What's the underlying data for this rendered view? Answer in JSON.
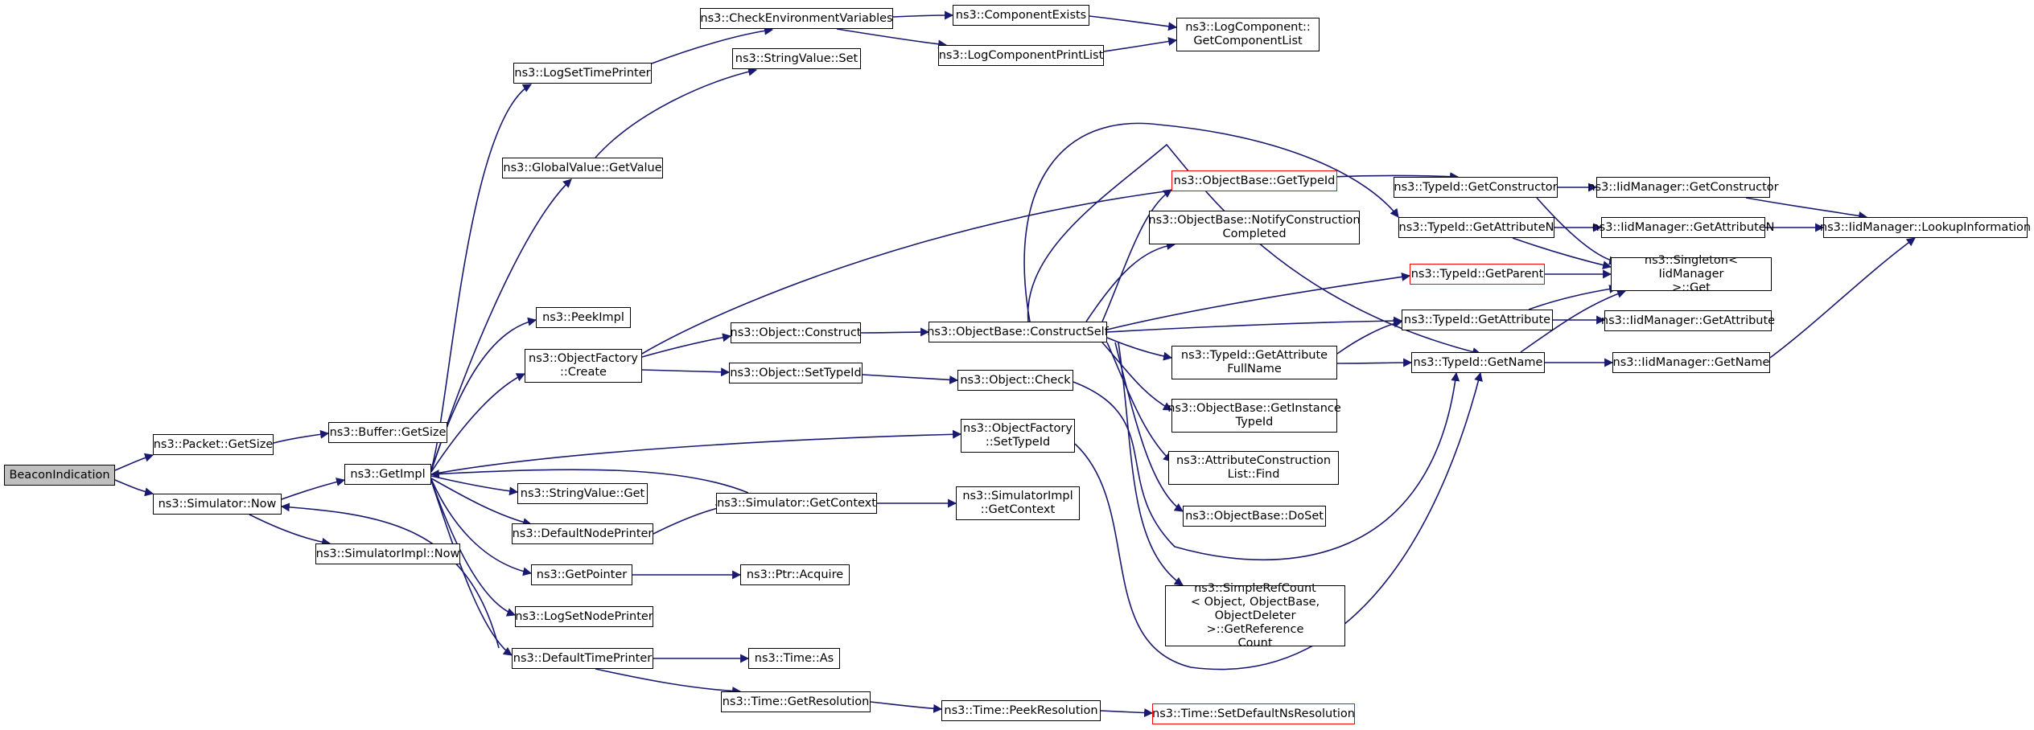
{
  "nodes": {
    "beacon_indication": "BeaconIndication",
    "packet_getsize": "ns3::Packet::GetSize",
    "buffer_getsize": "ns3::Buffer::GetSize",
    "simulator_now": "ns3::Simulator::Now",
    "simulatorimpl_now": "ns3::SimulatorImpl::Now",
    "getimpl": "ns3::GetImpl",
    "logsettimeprinter": "ns3::LogSetTimePrinter",
    "globalvalue_getvalue": "ns3::GlobalValue::GetValue",
    "peekimpl": "ns3::PeekImpl",
    "objectfactory_create": "ns3::ObjectFactory\n::Create",
    "stringvalue_get": "ns3::StringValue::Get",
    "defaultnodeprinter": "ns3::DefaultNodePrinter",
    "getpointer": "ns3::GetPointer",
    "logsetnodeprinter": "ns3::LogSetNodePrinter",
    "defaulttimeprinter": "ns3::DefaultTimePrinter",
    "checkenvironmentvariables": "ns3::CheckEnvironmentVariables",
    "stringvalue_set": "ns3::StringValue::Set",
    "object_construct": "ns3::Object::Construct",
    "object_settypeid": "ns3::Object::SetTypeId",
    "simulator_getcontext": "ns3::Simulator::GetContext",
    "ptr_acquire": "ns3::Ptr::Acquire",
    "time_as": "ns3::Time::As",
    "time_getresolution": "ns3::Time::GetResolution",
    "componentexists": "ns3::ComponentExists",
    "logcomponentprintlist": "ns3::LogComponentPrintList",
    "objectbase_constructself": "ns3::ObjectBase::ConstructSelf",
    "object_check": "ns3::Object::Check",
    "objectfactory_settypeid": "ns3::ObjectFactory\n::SetTypeId",
    "simulatorimpl_getcontext": "ns3::SimulatorImpl\n::GetContext",
    "time_peekresolution": "ns3::Time::PeekResolution",
    "logcomponent_getcomponentlist": "ns3::LogComponent::\nGetComponentList",
    "objectbase_gettypeid": "ns3::ObjectBase::GetTypeId",
    "objectbase_notifyconstructioncompleted": "ns3::ObjectBase::NotifyConstruction\nCompleted",
    "typeid_getattributefullname": "ns3::TypeId::GetAttribute\nFullName",
    "objectbase_getinstancetypeid": "ns3::ObjectBase::GetInstance\nTypeId",
    "attributeconstructionlist_find": "ns3::AttributeConstruction\nList::Find",
    "objectbase_doset": "ns3::ObjectBase::DoSet",
    "simplerefcount_getreferencecount": "ns3::SimpleRefCount\n< Object, ObjectBase,\nObjectDeleter >::GetReference\nCount",
    "time_setdefaultnsresolution": "ns3::Time::SetDefaultNsResolution",
    "typeid_getconstructor": "ns3::TypeId::GetConstructor",
    "typeid_getattributen": "ns3::TypeId::GetAttributeN",
    "typeid_getparent": "ns3::TypeId::GetParent",
    "typeid_getattribute": "ns3::TypeId::GetAttribute",
    "typeid_getname": "ns3::TypeId::GetName",
    "iidmanager_getconstructor": "ns3::IidManager::GetConstructor",
    "iidmanager_getattributen": "ns3::IidManager::GetAttributeN",
    "singleton_iidmanager_get": "ns3::Singleton< IidManager\n>::Get",
    "iidmanager_getattribute": "ns3::IidManager::GetAttribute",
    "iidmanager_getname": "ns3::IidManager::GetName",
    "iidmanager_lookupinformation": "ns3::IidManager::LookupInformation"
  },
  "colors": {
    "edge": "#191970",
    "node_border": "#000000",
    "node_border_truncated": "#ff0000",
    "root_fill": "#bfbfbf"
  }
}
